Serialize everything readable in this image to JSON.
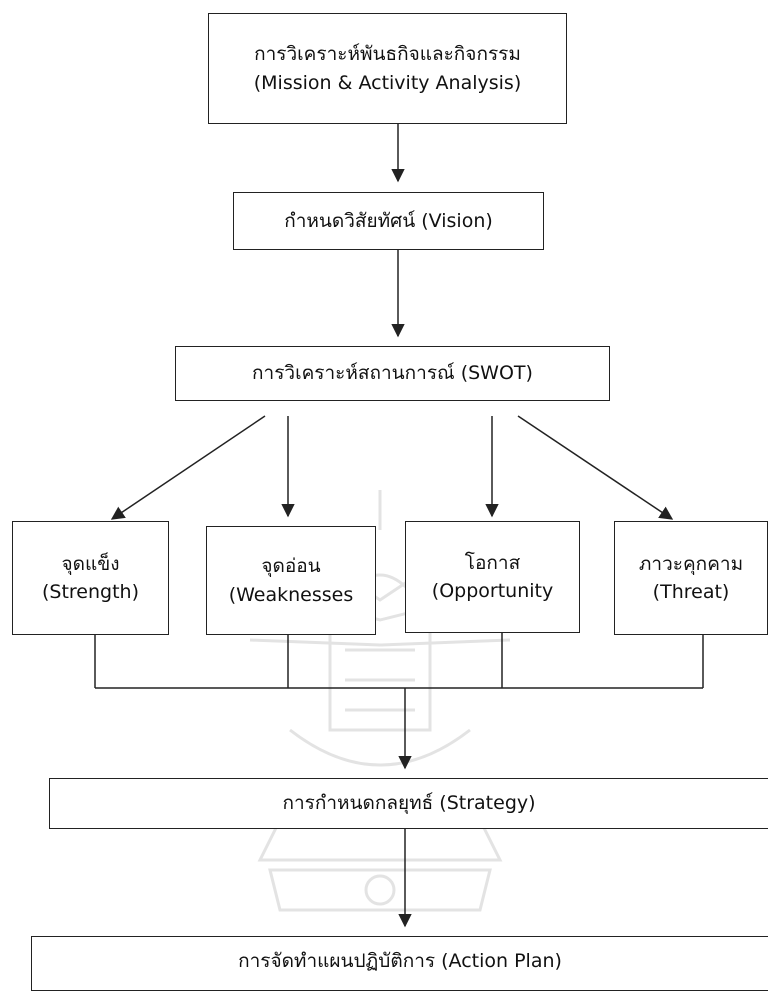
{
  "nodes": {
    "mission": {
      "line1": "การวิเคราะห์พันธกิจและกิจกรรม",
      "line2": "(Mission & Activity Analysis)"
    },
    "vision": {
      "label": "กำหนดวิสัยทัศน์ (Vision)"
    },
    "swot": {
      "label": "การวิเคราะห์สถานการณ์ (SWOT)"
    },
    "strength": {
      "line1": "จุดแข็ง",
      "line2": "(Strength)"
    },
    "weakness": {
      "line1": "จุดอ่อน",
      "line2": "(Weaknesses"
    },
    "opportunity": {
      "line1": "โอกาส",
      "line2": "(Opportunity"
    },
    "threat": {
      "line1": "ภาวะคุกคาม",
      "line2": "(Threat)"
    },
    "strategy": {
      "label": "การกำหนดกลยุทธ์ (Strategy)"
    },
    "action_plan": {
      "label": "การจัดทำแผนปฏิบัติการ (Action Plan)"
    }
  },
  "colors": {
    "line": "#222222",
    "watermark": "#e6e6e6"
  }
}
